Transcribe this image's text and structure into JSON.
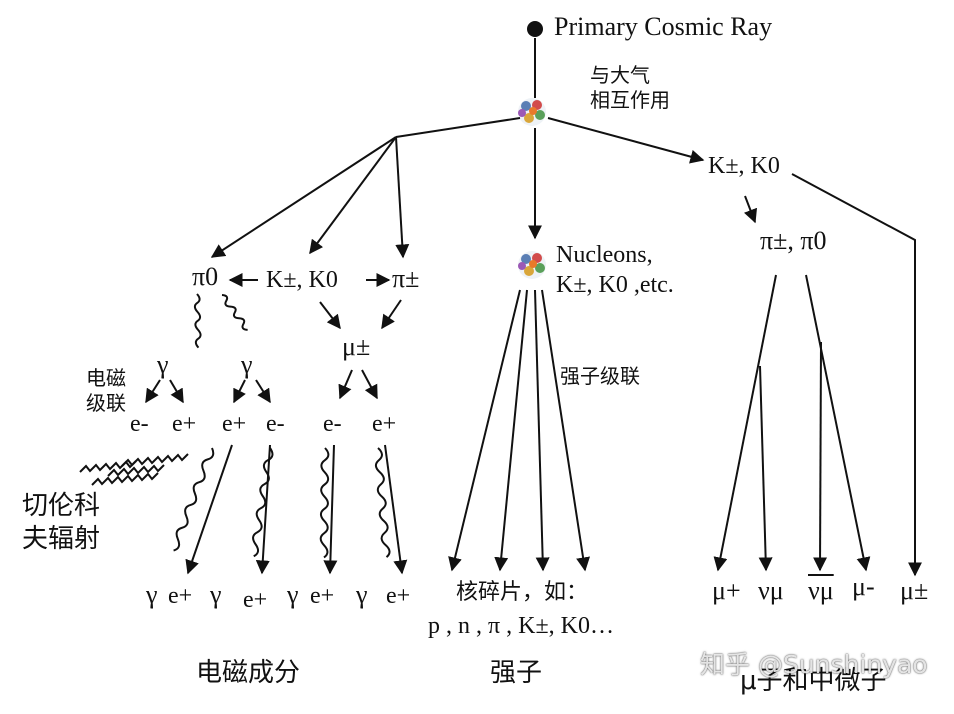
{
  "colors": {
    "ink": "#111111",
    "background": "#ffffff"
  },
  "icons": [
    "primary-dot-icon",
    "collision-nucleus-icon",
    "nucleus-cluster-icon"
  ],
  "labels": {
    "primary": "Primary Cosmic Ray",
    "interaction": "与大气\n相互作用",
    "kaon_right": "K±, K0",
    "pion_right": "π±, π0",
    "nucleons": "Nucleons,\nK±, K0 ,etc.",
    "pi0": "π0",
    "kaon_mid": "K±, K0",
    "pipm_mid": "π±",
    "mupm_mid": "μ±",
    "em_cascade": "电磁\n级联",
    "hadron_cascade": "强子级联",
    "cherenkov": "切伦科\n夫辐射",
    "gamma_a": "γ",
    "gamma_b": "γ",
    "em1": "e-",
    "em2": "e+",
    "em3": "e+",
    "em4": "e-",
    "em5": "e-",
    "em6": "e+",
    "bot_gamma1": "γ",
    "bot_e1": "e+",
    "bot_gamma2": "γ",
    "bot_e2": "e+",
    "bot_gamma3": "γ",
    "bot_e3": "e+",
    "bot_gamma4": "γ",
    "bot_e4": "e+",
    "fragments": "核碎片，如：",
    "fragments_list": "p , n , π , K±, K0…",
    "mu_plus": "μ+",
    "nu_mu": "νμ",
    "nu_mu_bar": "νμ",
    "mu_minus": "μ-",
    "mu_pm_right": "μ±",
    "section_em": "电磁成分",
    "section_hadron": "强子",
    "section_muon": "μ子和中微子",
    "watermark": "知乎 @Sunshinyao"
  }
}
